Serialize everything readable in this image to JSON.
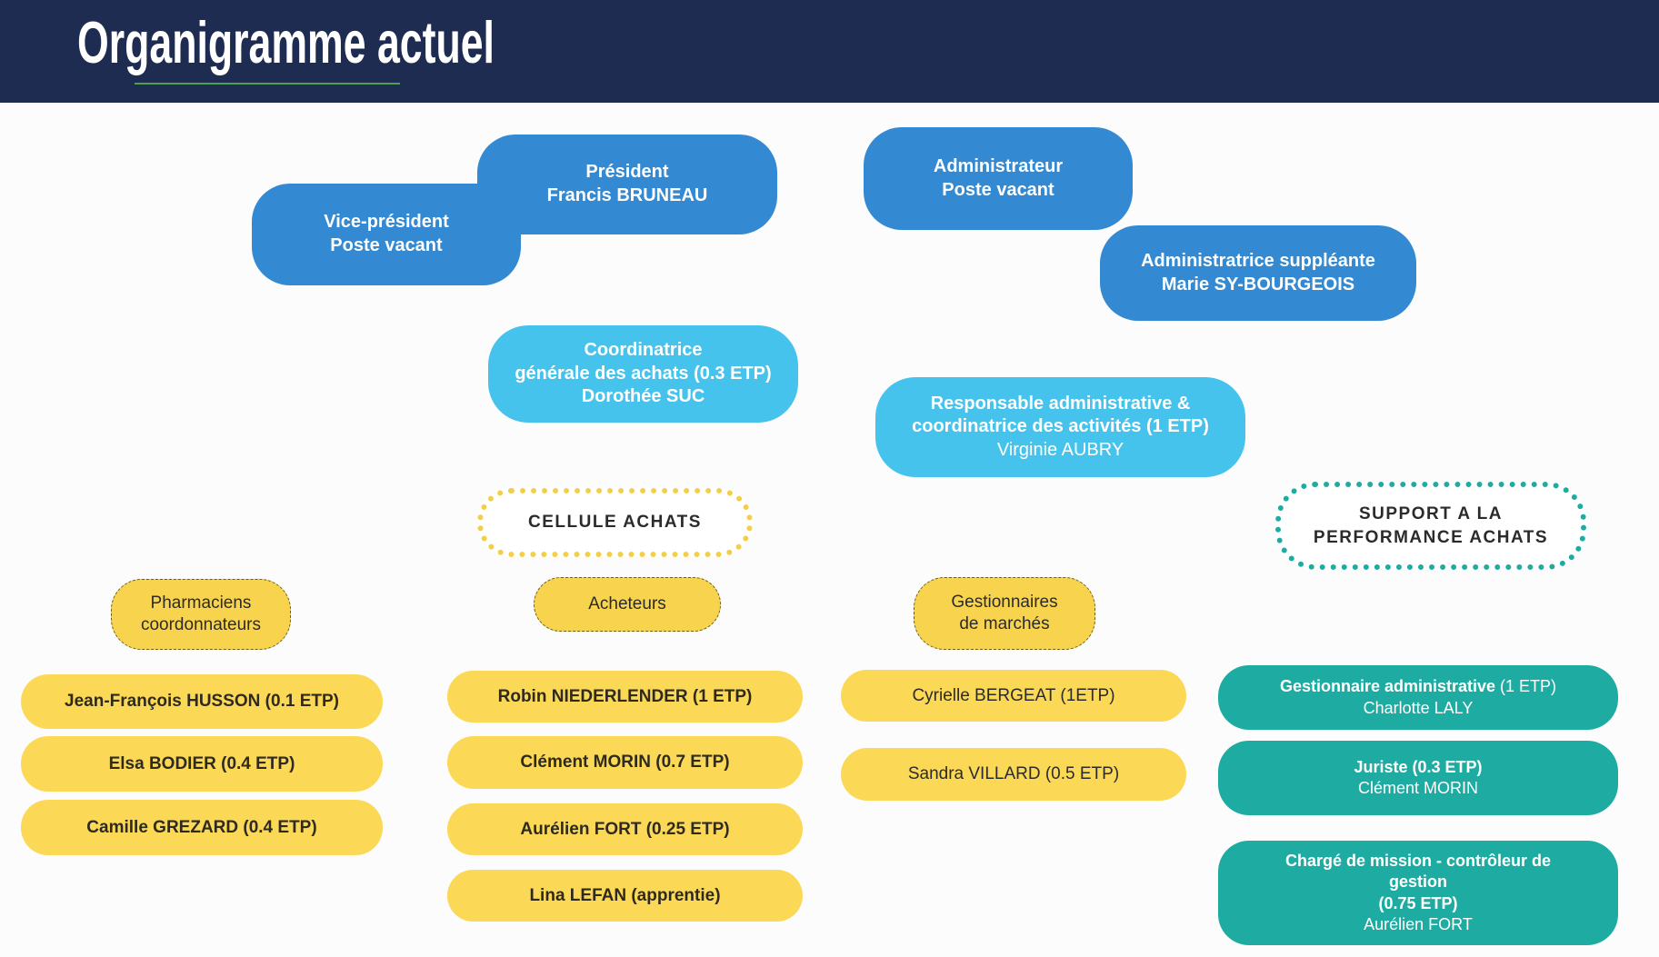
{
  "page": {
    "title": "Organigramme actuel"
  },
  "org": {
    "executives": [
      {
        "role": "president",
        "text": "Président\nFrancis BRUNEAU"
      },
      {
        "role": "vice-president",
        "text": "Vice-président\nPoste vacant"
      },
      {
        "role": "administrateur",
        "text": "Administrateur\nPoste vacant"
      },
      {
        "role": "administratrice-suppleante",
        "text": "Administratrice suppléante\nMarie SY-BOURGEOIS"
      }
    ],
    "coordinators": [
      {
        "title": "Coordinatrice\ngénérale des achats (0.3 ETP)",
        "name": "Dorothée SUC"
      },
      {
        "title": "Responsable administrative &\ncoordinatrice des activités (1 ETP)",
        "name": "Virginie AUBRY"
      }
    ],
    "groups": [
      {
        "label": "CELLULE ACHATS"
      },
      {
        "label": "SUPPORT A LA\nPERFORMANCE ACHATS"
      }
    ],
    "categories": [
      {
        "label": "Pharmaciens\ncoordonnateurs"
      },
      {
        "label": "Acheteurs"
      },
      {
        "label": "Gestionnaires\nde marchés"
      }
    ],
    "pharmaciens": [
      "Jean-François HUSSON (0.1 ETP)",
      "Elsa BODIER (0.4 ETP)",
      "Camille GREZARD (0.4 ETP)"
    ],
    "acheteurs": [
      "Robin NIEDERLENDER (1 ETP)",
      "Clément MORIN (0.7 ETP)",
      "Aurélien FORT (0.25 ETP)",
      "Lina LEFAN (apprentie)"
    ],
    "gestionnaires_marches": [
      "Cyrielle BERGEAT (1ETP)",
      "Sandra VILLARD (0.5 ETP)"
    ],
    "support_performance": [
      {
        "title_bold": "Gestionnaire administrative",
        "title_light": " (1 ETP)",
        "name": "Charlotte LALY"
      },
      {
        "title_bold": "Juriste (0.3 ETP)",
        "title_light": "",
        "name": "Clément MORIN"
      },
      {
        "title_bold": "Chargé de mission - contrôleur de\ngestion\n(0.75 ETP)",
        "title_light": "",
        "name": "Aurélien FORT"
      }
    ]
  }
}
